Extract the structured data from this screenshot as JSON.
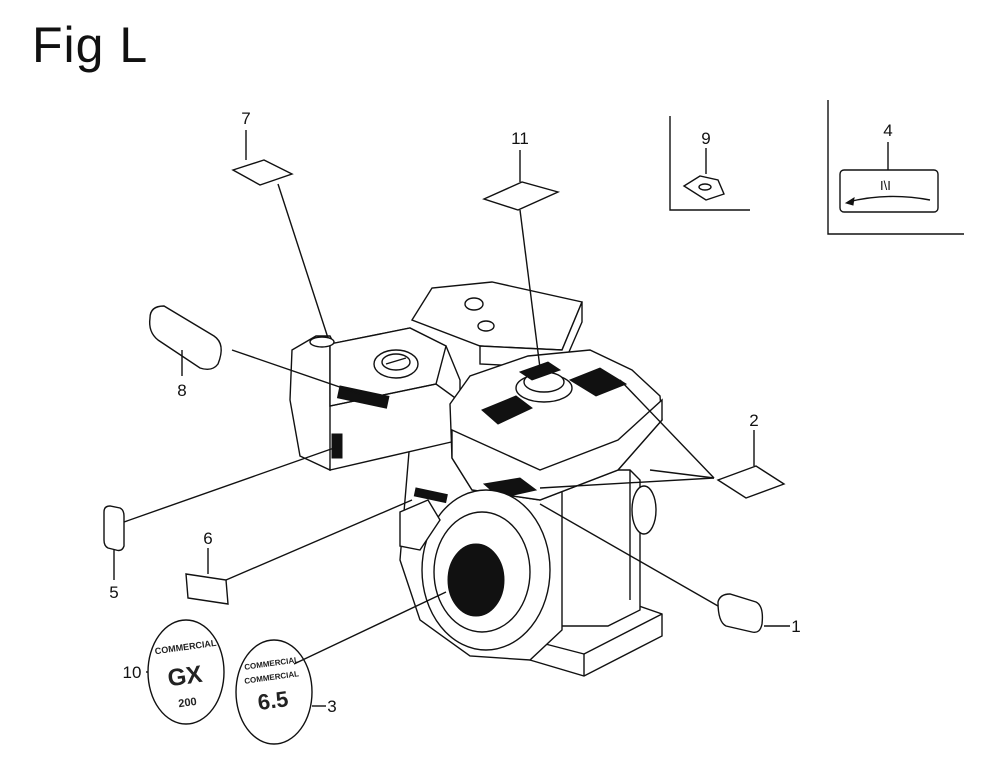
{
  "figure": {
    "title": "Fig L"
  },
  "callouts": [
    {
      "id": "1",
      "label": "1"
    },
    {
      "id": "2",
      "label": "2"
    },
    {
      "id": "3",
      "label": "3"
    },
    {
      "id": "4",
      "label": "4"
    },
    {
      "id": "5",
      "label": "5"
    },
    {
      "id": "6",
      "label": "6"
    },
    {
      "id": "7",
      "label": "7"
    },
    {
      "id": "8",
      "label": "8"
    },
    {
      "id": "9",
      "label": "9"
    },
    {
      "id": "10",
      "label": "10"
    },
    {
      "id": "11",
      "label": "11"
    }
  ],
  "emblems": {
    "gx": {
      "line1": "COMMERCIAL",
      "model": "GX",
      "line3": "200"
    },
    "hp": {
      "line1": "COMMERCIAL",
      "line2": "COMMERCIAL",
      "model": "6.5"
    }
  }
}
